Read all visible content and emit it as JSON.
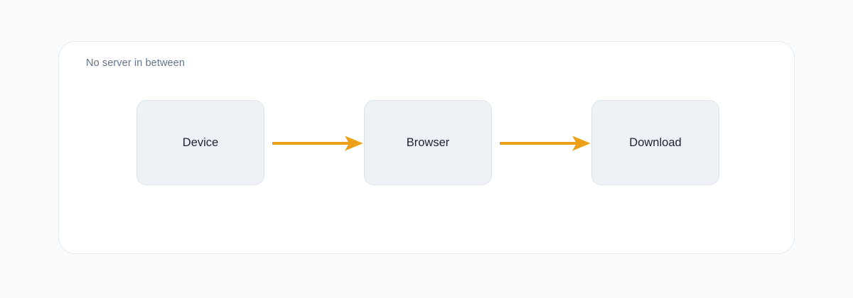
{
  "page": {
    "background_color": "#f8fafc"
  },
  "card": {
    "background_color": "#ffffff",
    "border_color": "#e4e9f0",
    "caption": "No server in between",
    "caption_color": "#64748b"
  },
  "diagram": {
    "type": "flow",
    "orientation": "left-to-right",
    "node_fill": "#eef2f7",
    "node_border": "#dde4ec",
    "node_text_color": "#1b2231",
    "arrow_color": "#eda017",
    "nodes": [
      {
        "id": "device",
        "label": "Device"
      },
      {
        "id": "browser",
        "label": "Browser"
      },
      {
        "id": "download",
        "label": "Download"
      }
    ],
    "edges": [
      {
        "from": "device",
        "to": "browser",
        "label": ""
      },
      {
        "from": "browser",
        "to": "download",
        "label": ""
      }
    ]
  }
}
